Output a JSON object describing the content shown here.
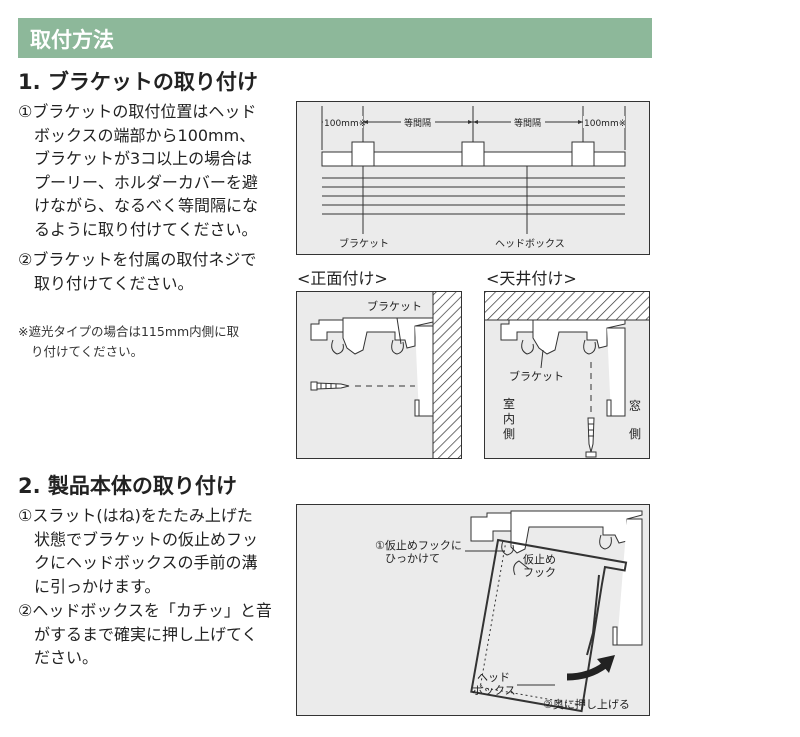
{
  "header": {
    "title": "取付方法"
  },
  "section1": {
    "title": "1. ブラケットの取り付け",
    "step1_lines": [
      "①ブラケットの取付位置はヘッド",
      "ボックスの端部から100mm、",
      "ブラケットが3コ以上の場合は",
      "プーリー、ホルダーカバーを避",
      "けながら、なるべく等間隔にな",
      "るように取り付けてください。"
    ],
    "step2_lines": [
      "②ブラケットを付属の取付ネジで",
      "取り付けてください。"
    ],
    "note_lines": [
      "※遮光タイプの場合は115mm内側に取",
      "り付けてください。"
    ]
  },
  "diagram_top": {
    "dim_left": "100mm※",
    "dim_mid1": "等間隔",
    "dim_mid2": "等間隔",
    "dim_right": "100mm※",
    "label_bracket": "ブラケット",
    "label_headbox": "ヘッドボックス"
  },
  "front_mount": {
    "caption": "<正面付け>",
    "label_bracket": "ブラケット"
  },
  "ceiling_mount": {
    "caption": "<天井付け>",
    "label_bracket": "ブラケット",
    "label_indoor": [
      "室",
      "内",
      "側"
    ],
    "label_window": [
      "窓",
      "側"
    ]
  },
  "section2": {
    "title": "2. 製品本体の取り付け",
    "step1_lines": [
      "①スラット(はね)をたたみ上げた",
      "状態でブラケットの仮止めフッ",
      "クにヘッドボックスの手前の溝",
      "に引っかけます。"
    ],
    "step2_lines": [
      "②ヘッドボックスを「カチッ」と音",
      "がするまで確実に押し上げてく",
      "ださい。"
    ]
  },
  "diagram_bottom": {
    "label_hook1": "①仮止めフックに",
    "label_hook2": "ひっかけて",
    "label_temp1": "仮止め",
    "label_temp2": "フック",
    "label_headbox1": "ヘッド",
    "label_headbox2": "ボックス",
    "label_push": "②奥に押し上げる"
  }
}
